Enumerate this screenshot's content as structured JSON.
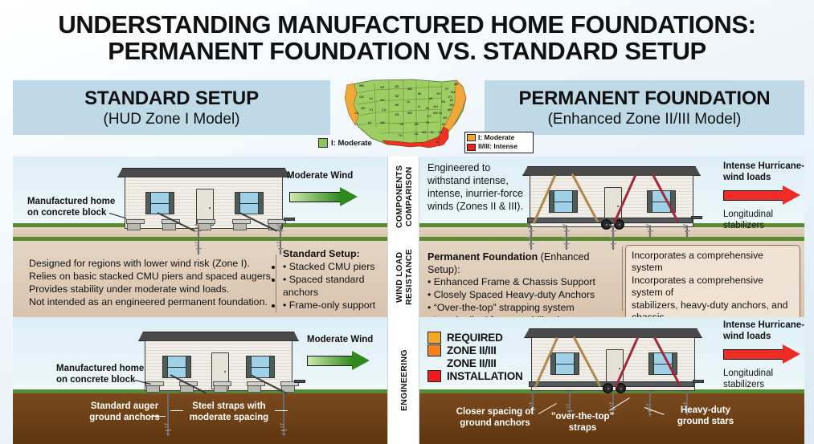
{
  "title": {
    "line1": "UNDERSTANDING MANUFACTURED HOME FOUNDATIONS:",
    "line2": "PERMANENT FOUNDATION VS. STANDARD SETUP"
  },
  "headers": {
    "left": {
      "main": "STANDARD SETUP",
      "sub": "(HUD Zone I Model)"
    },
    "right": {
      "main": "PERMANENT FOUNDATION",
      "sub": "(Enhanced Zone II/III Model)"
    }
  },
  "map": {
    "alt": "us-wind-zone-map",
    "legend_left": {
      "label": "I: Moderate",
      "color": "#8cc65a"
    },
    "legend_right": [
      {
        "label": "I: Moderate",
        "color": "#f5a623"
      },
      {
        "label": "II/III: Intense",
        "color": "#ee2222"
      }
    ],
    "state_labels": [
      "WA",
      "OR",
      "ID",
      "MT",
      "ND",
      "SD",
      "MN",
      "WI",
      "MI",
      "NY",
      "ME",
      "VT",
      "NH",
      "MA",
      "CT",
      "RI",
      "NJ",
      "PA",
      "DE",
      "MD",
      "WV",
      "VA",
      "NC",
      "SC",
      "GA",
      "FL",
      "AL",
      "MS",
      "LA",
      "AR",
      "TN",
      "KY",
      "OH",
      "IN",
      "IL",
      "IA",
      "MO",
      "KS",
      "NE",
      "WY",
      "UT",
      "CO",
      "NV",
      "CA",
      "AZ",
      "NM",
      "OK",
      "TX"
    ]
  },
  "center_labels": [
    "COMPONENTS COMPARISON",
    "WIND LOAD RESISTANCE",
    "ENGINEERING"
  ],
  "left_top_scene": {
    "callout_home": "Manufactured home\non concrete block",
    "wind_label": "Moderate Wind",
    "wind_color": "#2f8a1e"
  },
  "left_mid_text": {
    "paragraph": "Designed for regions with lower wind risk (Zone I).\nRelies on basic stacked CMU piers and spaced augers.\nProvides stability under moderate wind loads.\nNot intended as an engineered permanent foundation.",
    "list_title": "Standard Setup:",
    "list_items": [
      "Stacked CMU piers",
      "Spaced standard anchors",
      "Frame-only support"
    ]
  },
  "left_bottom_scene": {
    "callout_home": "Manufactured home\non concrete block",
    "wind_label": "Moderate Wind",
    "callout_anchors": "Standard auger\nground anchors",
    "callout_straps": "Steel straps with\nmoderate spacing"
  },
  "right_top_scene": {
    "intro": "Engineered to\nwithstand intense,\nintense, inurrier-force\nwinds (Zones II & III).",
    "wind_label": "Intense Hurricane-\nwind loads",
    "wind_color": "#ef2b25",
    "callout_stabilizers": "Longitudinal\nstabilizers"
  },
  "right_mid_text": {
    "title_bold": "Permanent Foundation",
    "title_rest": " (Enhanced Setup):",
    "list_items": [
      "Enhanced Frame & Chassis Support",
      "Closely Spaced Heavy-duty Anchors",
      "“Over-the-top” strapping system",
      "Longitudinal frame stabilization."
    ],
    "boxed_note": "Incorporates a comprehensive system\nIncorporates a comprehensive system of\nstabilizers, heavy-duty anchors, and chassis\nreinforcement. May be required to\nmeet state or local codes for permanence."
  },
  "right_bottom_scene": {
    "legend": [
      {
        "label": "REQUIRED",
        "color": "#f7a823"
      },
      {
        "label": "ZONE II/III",
        "color": "#f3821f"
      },
      {
        "label": "ZONE II/III",
        "color": "#f3821f"
      },
      {
        "label": "INSTALLATION",
        "color": "#ee1c1c"
      }
    ],
    "wind_label": "Intense Hurricane-\nwind loads",
    "callout_stabilizers": "Longitudinal\nstabilizers",
    "callout_anchors": "Closer spacing of\nground anchors",
    "callout_straps": "”over-the-top”\nstraps",
    "callout_stars": "Heavy-duty\nground stars"
  }
}
